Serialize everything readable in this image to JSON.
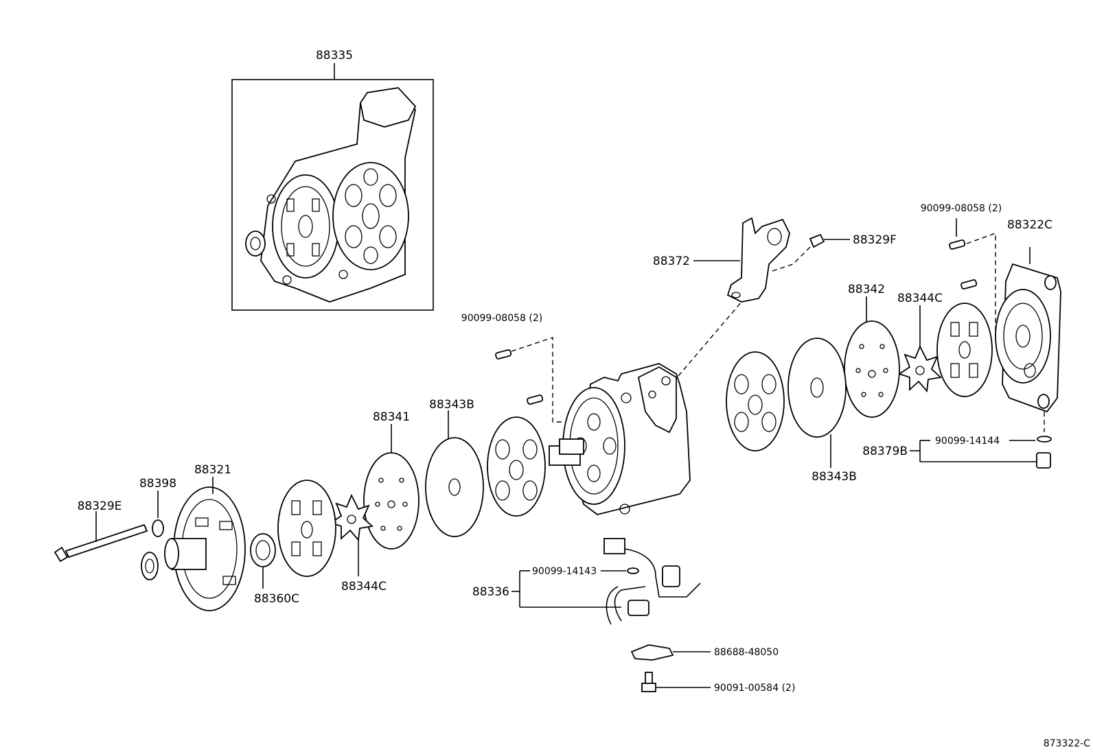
{
  "diagram_id": "873322-C",
  "labels": {
    "p88335": "88335",
    "p88372": "88372",
    "p88329F": "88329F",
    "p88322C": "88322C",
    "pin_top_right": "90099-08058 (2)",
    "pin_mid": "90099-08058 (2)",
    "p88342": "88342",
    "p88344C_right": "88344C",
    "p88343B_left": "88343B",
    "p88341": "88341",
    "p88321": "88321",
    "p88398": "88398",
    "p88329E": "88329E",
    "p88360C": "88360C",
    "p88344C_left": "88344C",
    "p88343B_right": "88343B",
    "p88379B": "88379B",
    "oring_14144": "90099-14144",
    "p88336": "88336",
    "oring_14143": "90099-14143",
    "p88688": "88688-48050",
    "screw_00584": "90091-00584 (2)"
  }
}
